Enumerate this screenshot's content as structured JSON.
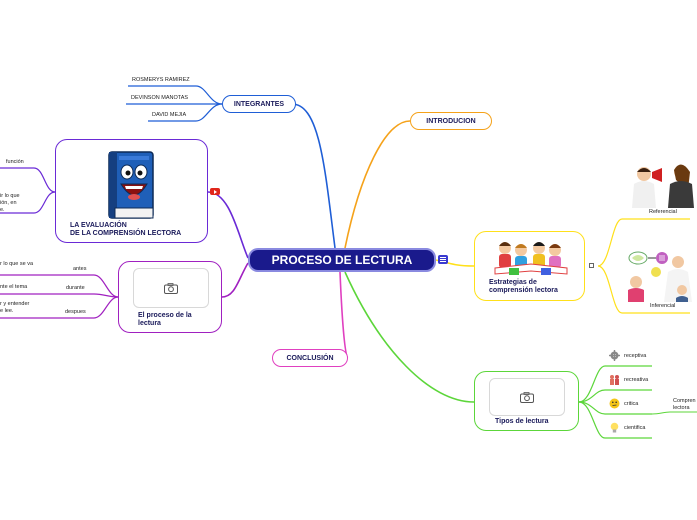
{
  "root": {
    "label": "PROCESO DE LECTURA"
  },
  "integrantes": {
    "label": "INTEGRANTES",
    "members": [
      "ROSMERYS RAMIREZ",
      "DEVINSON MANOTAS",
      "DAVID MEJIA"
    ]
  },
  "introduccion": {
    "label": "INTRODUCION"
  },
  "conclusion": {
    "label": "CONCLUSIÓN"
  },
  "evaluacion": {
    "title": "LA EVALUACIÓN\nDE LA COMPRENSIÓN LECTORA",
    "child_funcion": "función",
    "child_text": "ir lo que\nión, en\ne."
  },
  "proceso": {
    "title": "El proceso de la\nlectura",
    "children": [
      "antes",
      "durante",
      "despues"
    ],
    "notes": [
      "r lo que se va",
      "nte el tema",
      "r y entender\ne lee."
    ]
  },
  "estrategias": {
    "title": "Estrategias de\ncomprensión lectora",
    "children": [
      "Referencial",
      "Inferencial"
    ]
  },
  "tipos": {
    "title": "Tipos de lectura",
    "children": [
      "receptiva",
      "recreativa",
      "critica",
      "cientifica"
    ],
    "critica_child": "Compren\nlectora"
  },
  "colors": {
    "root_bg": "#1a1a8c",
    "integrantes": "#1f5ed6",
    "introduccion": "#f5a21a",
    "estrategias": "#ffe01a",
    "tipos": "#5cd63a",
    "conclusion": "#e040c0",
    "proceso": "#a020c0",
    "evaluacion": "#6a2ad6"
  }
}
